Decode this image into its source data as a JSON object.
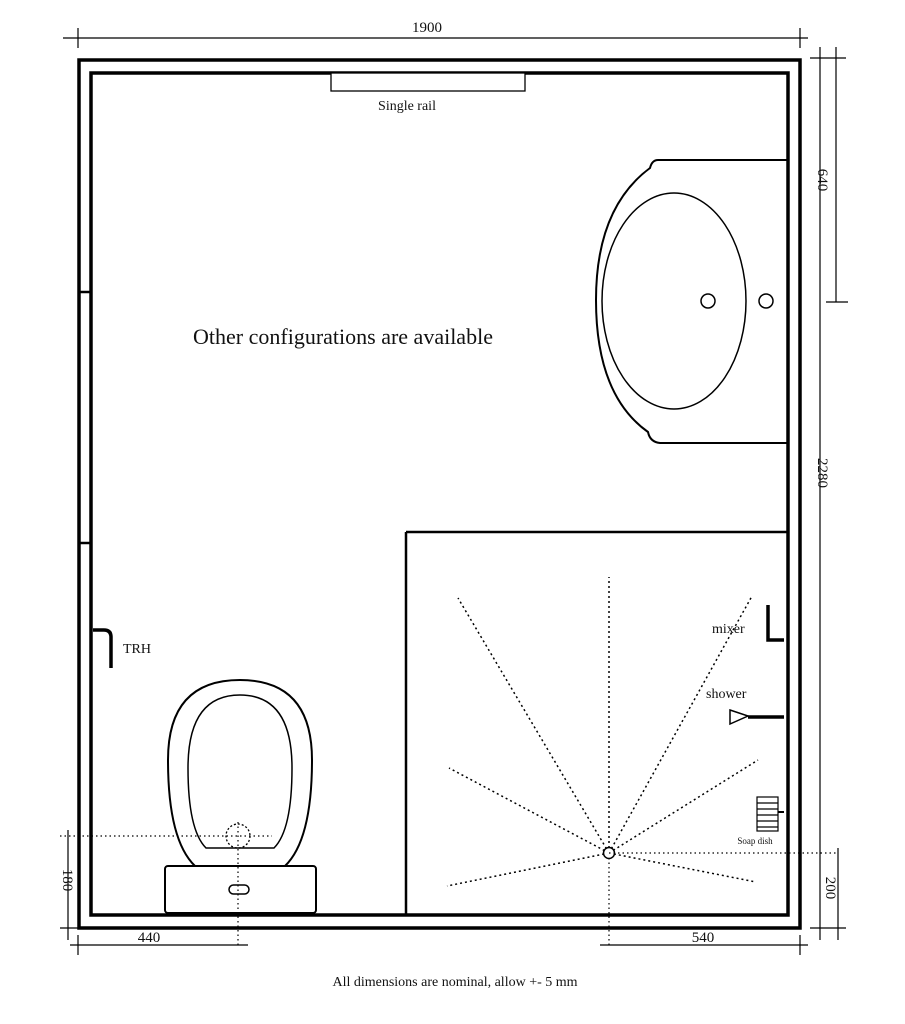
{
  "dimensions": {
    "width_total": "1900",
    "basin_offset": "640",
    "height_total": "2280",
    "toilet_center_y": "180",
    "toilet_center_x": "440",
    "shower_center_x": "540",
    "shower_center_y": "200"
  },
  "labels": {
    "rail": "Single rail",
    "note": "Other configurations are available",
    "trh": "TRH",
    "mixer": "mixer",
    "shower": "shower",
    "soap": "Soap dish"
  },
  "footer": "All dimensions are nominal, allow +- 5 mm"
}
